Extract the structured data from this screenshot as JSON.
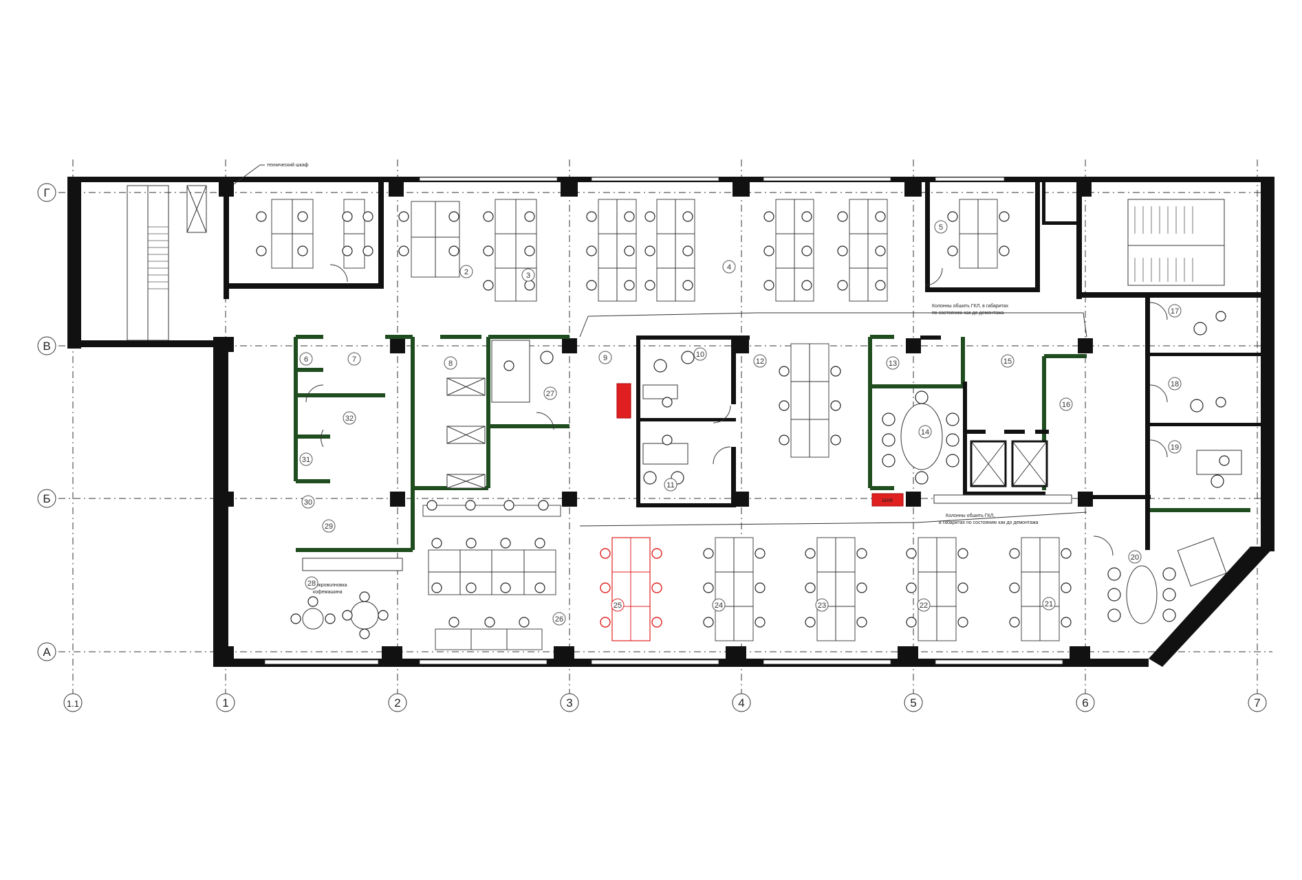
{
  "plan": {
    "col_axes": [
      "1.1",
      "1",
      "2",
      "3",
      "4",
      "5",
      "6",
      "7"
    ],
    "row_axes": [
      "Г",
      "В",
      "Б",
      "А"
    ],
    "rooms": [
      "2",
      "3",
      "4",
      "5",
      "6",
      "7",
      "8",
      "9",
      "10",
      "11",
      "12",
      "13",
      "14",
      "15",
      "16",
      "17",
      "18",
      "19",
      "20",
      "21",
      "22",
      "23",
      "24",
      "25",
      "26",
      "27",
      "28",
      "29",
      "30",
      "31",
      "32"
    ],
    "notes": {
      "tech_cabinet": "технический шкаф",
      "columns_top_1": "Колонны обшить ГКЛ, в габаритах",
      "columns_top_2": "по состоянию как до демонтажа",
      "columns_bottom_1": "Колонны обшить ГКЛ,",
      "columns_bottom_2": "в габаритах по состоянию как до демонтажа",
      "kitchen_1": "микроволновка",
      "kitchen_2": "кофемашина",
      "red_box": "ШАВ"
    },
    "colors": {
      "wall": "#111111",
      "partition": "#1f4d1f",
      "highlight": "#e02020"
    }
  }
}
